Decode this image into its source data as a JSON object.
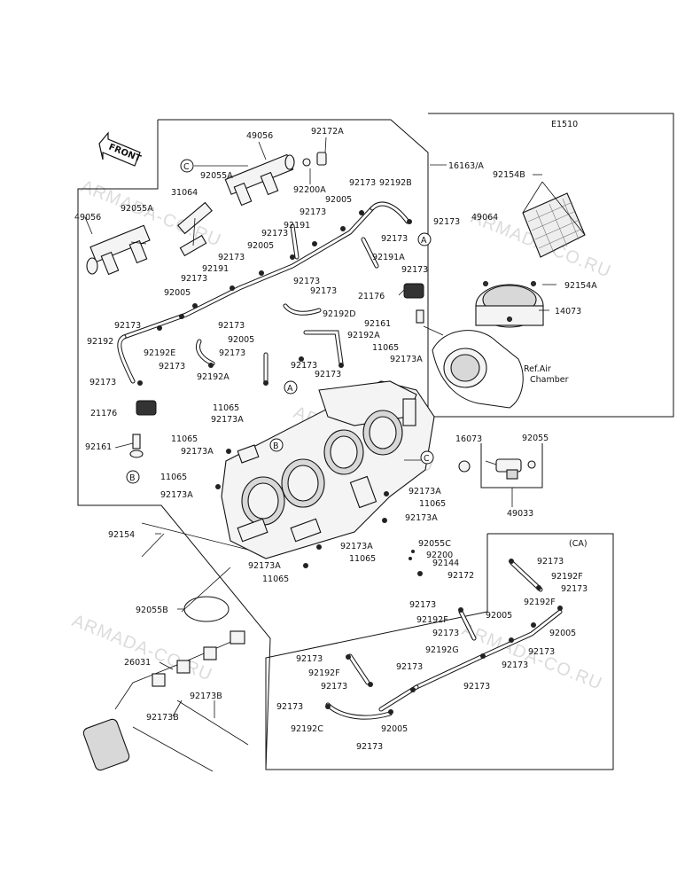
{
  "diagram": {
    "code": "E1510",
    "front_label": "FRONT",
    "watermark": "ARMADA-CO.RU",
    "ca_label": "(CA)",
    "ref_label_1": "Ref.Air",
    "ref_label_2": "Chamber",
    "callouts": [
      "A",
      "B",
      "C"
    ],
    "part_labels": [
      "49056",
      "92172A",
      "16163/A",
      "92055A",
      "31064",
      "92200A",
      "92173",
      "92192B",
      "49056",
      "92055A",
      "92005",
      "92173",
      "92191",
      "92173",
      "92173",
      "92005",
      "92173",
      "92191A",
      "92173",
      "92191",
      "92173",
      "92173",
      "92173",
      "92005",
      "92192D",
      "21176",
      "92173",
      "92173",
      "92192",
      "92192E",
      "92173",
      "92173",
      "92173",
      "92005",
      "92173",
      "92161",
      "92192A",
      "11065",
      "92173A",
      "92192A",
      "92173",
      "92173",
      "11065",
      "92173A",
      "21176",
      "11065",
      "92161",
      "92173A",
      "11065",
      "92173A",
      "92154",
      "92173A",
      "92173A",
      "11065",
      "92173A",
      "11065",
      "92173A",
      "11065",
      "92055C",
      "92200",
      "92144",
      "92172",
      "92055B",
      "26031",
      "92173B",
      "92173B",
      "16073",
      "92055",
      "49033",
      "92154B",
      "49064",
      "92154A",
      "14073",
      "92173",
      "92192F",
      "92173",
      "92173",
      "92192F",
      "92005",
      "92192F",
      "92173",
      "92005",
      "92173",
      "92173",
      "92192G",
      "92173",
      "92173",
      "92192F",
      "92173",
      "92173",
      "92173",
      "92192C",
      "92005",
      "92173"
    ]
  }
}
